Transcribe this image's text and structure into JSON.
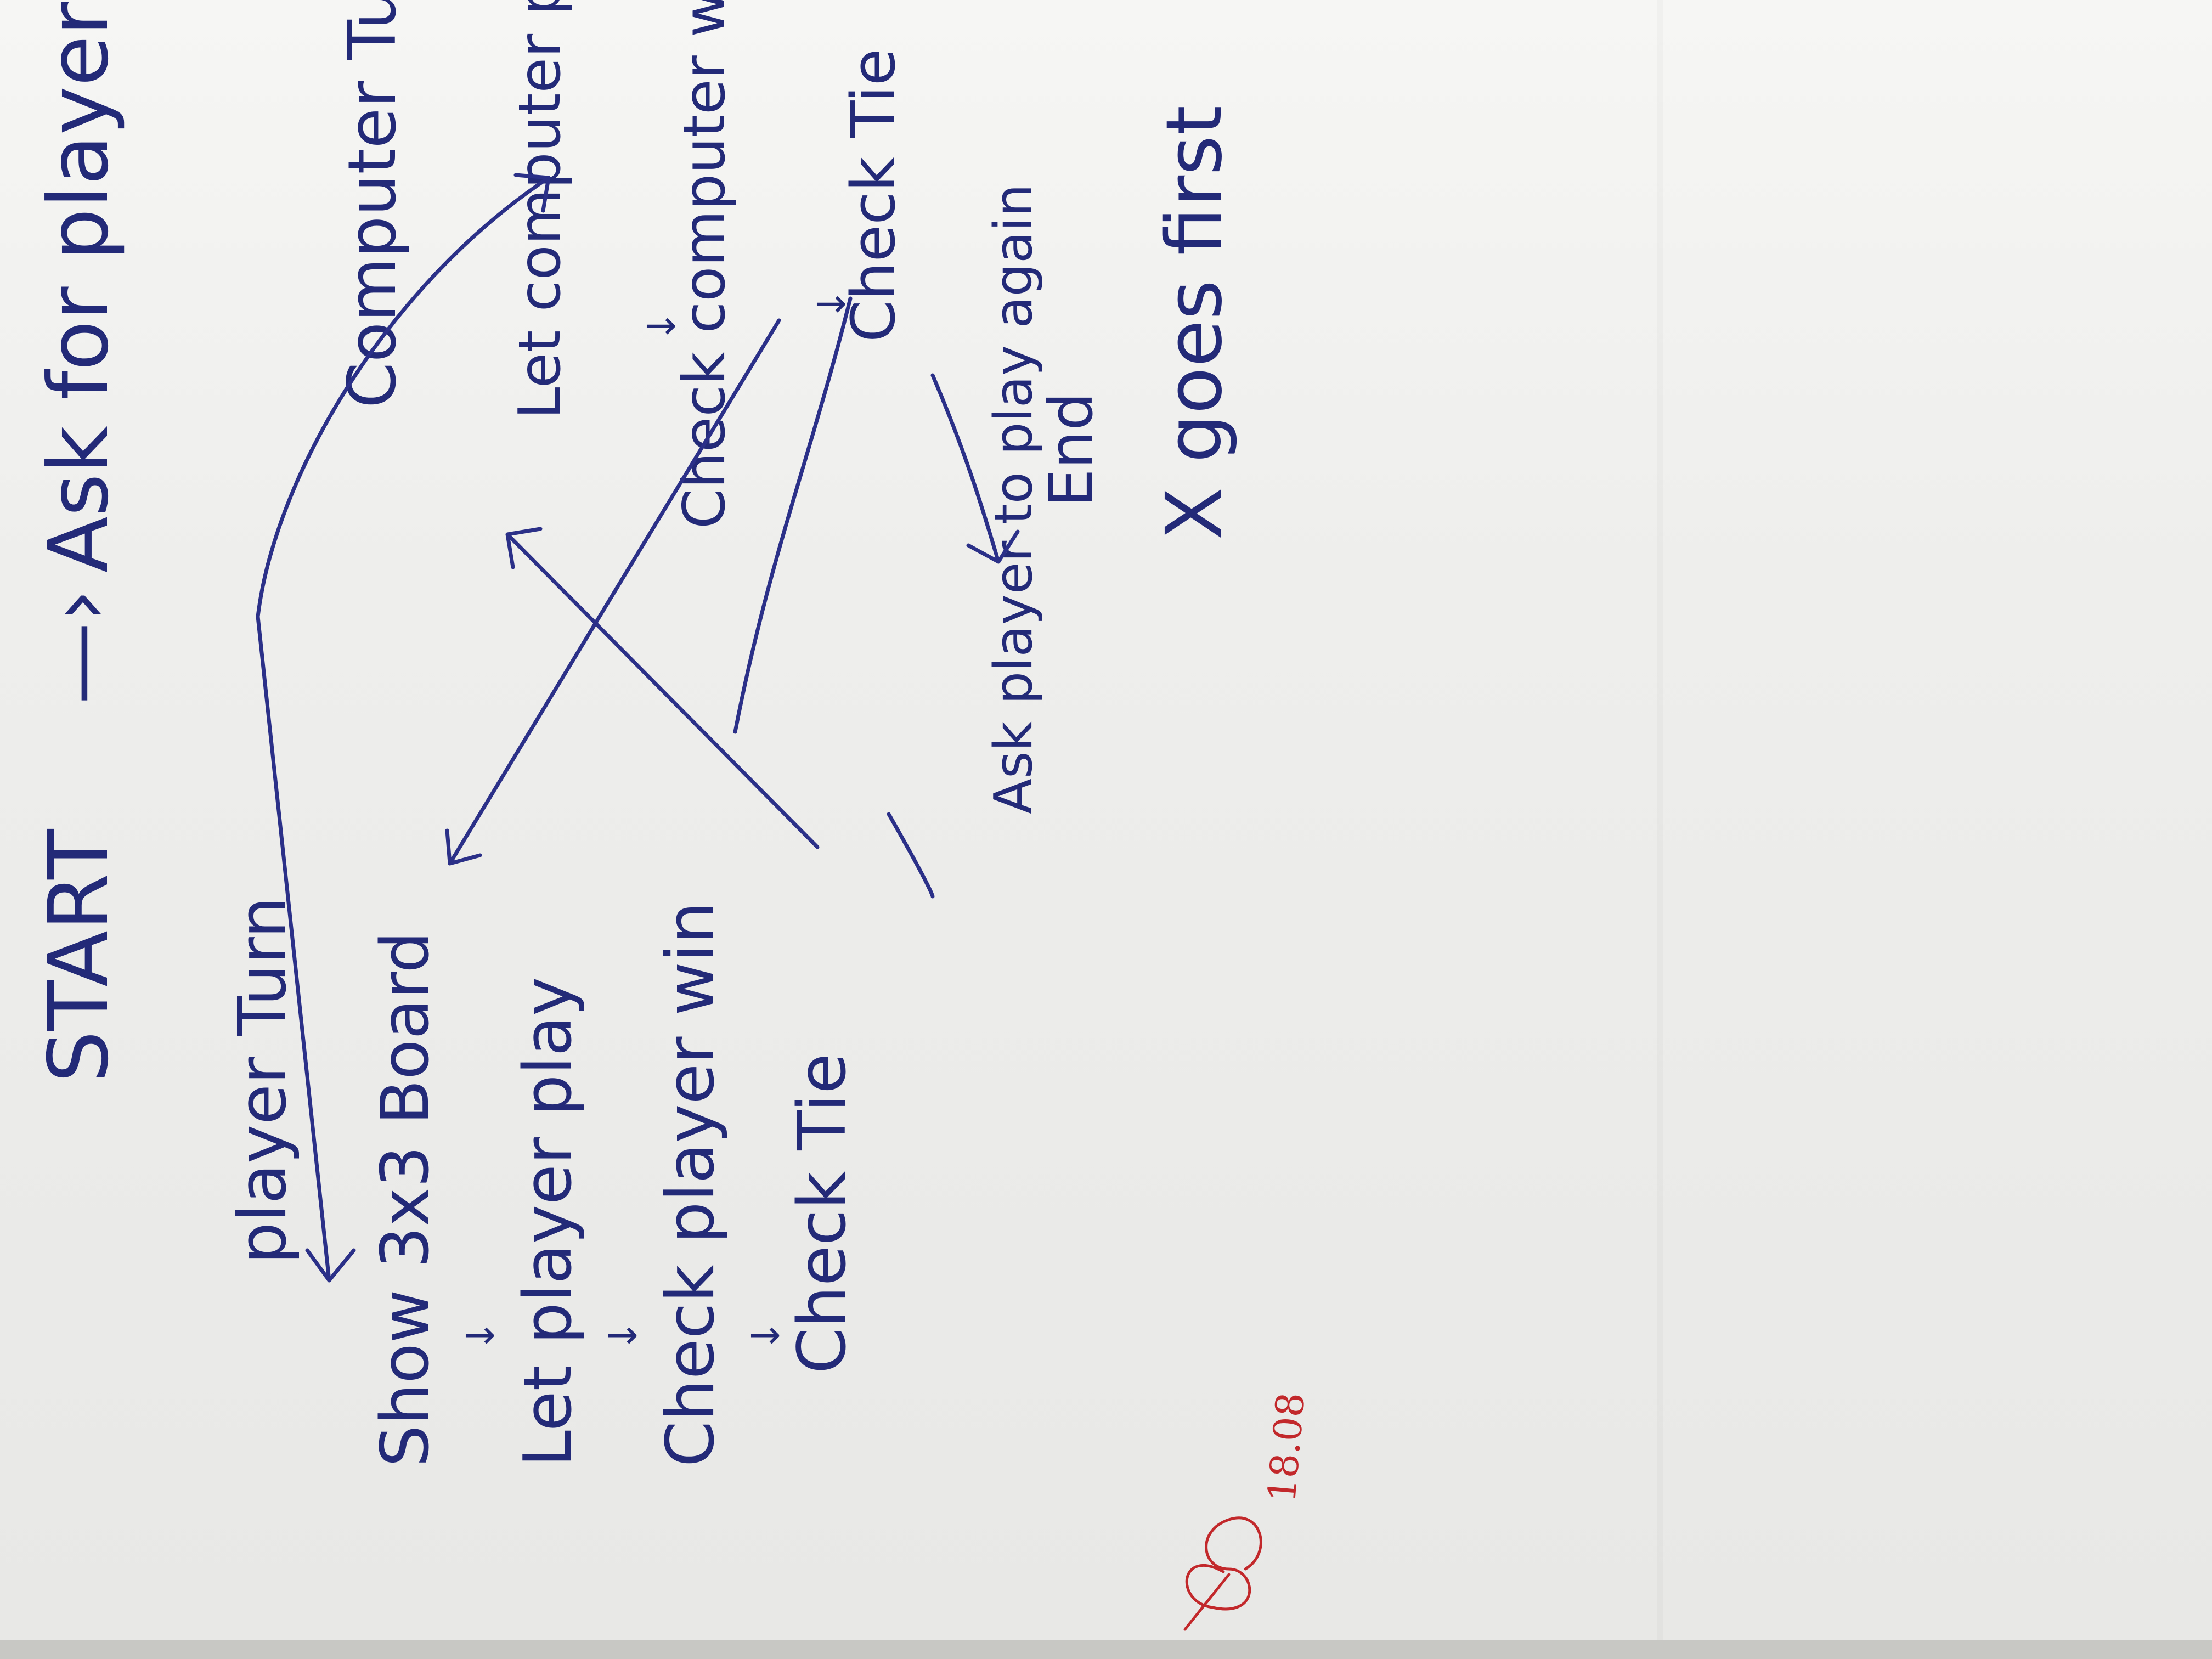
{
  "diagram": {
    "start": "START",
    "ask_letter": "Ask for player letter",
    "x_first": "X goes first",
    "player_turn": "player Turn",
    "computer_turn": "Computer Turn",
    "player_steps": [
      "Show 3x3 Board",
      "Let player play",
      "Check player win",
      "Check Tie"
    ],
    "computer_steps": [
      "Let computer play",
      "Check computer win",
      "Check Tie"
    ],
    "ask_again": "Ask player to play again",
    "end": "End"
  },
  "signature": {
    "date": "18.08"
  },
  "colors": {
    "ink": "#2b3088",
    "red_ink": "#c2282b",
    "paper": "#eeeeec"
  }
}
